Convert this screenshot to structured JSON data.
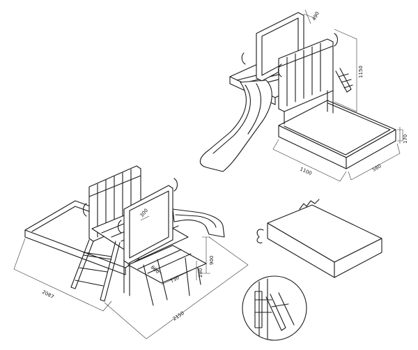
{
  "dimensions": {
    "top_width": "490",
    "top_height": "1150",
    "top_box_height": "170",
    "top_length": "1100",
    "top_depth": "580",
    "bottom_length_left": "2087",
    "bottom_length_right": "2150",
    "bottom_table_depth": "730",
    "bottom_table_height": "900",
    "bottom_seat_height": "280",
    "bottom_seat_width": "600",
    "bottom_slide_rail": "300"
  },
  "colors": {
    "line": "#1a1a1a",
    "background": "#ffffff"
  }
}
